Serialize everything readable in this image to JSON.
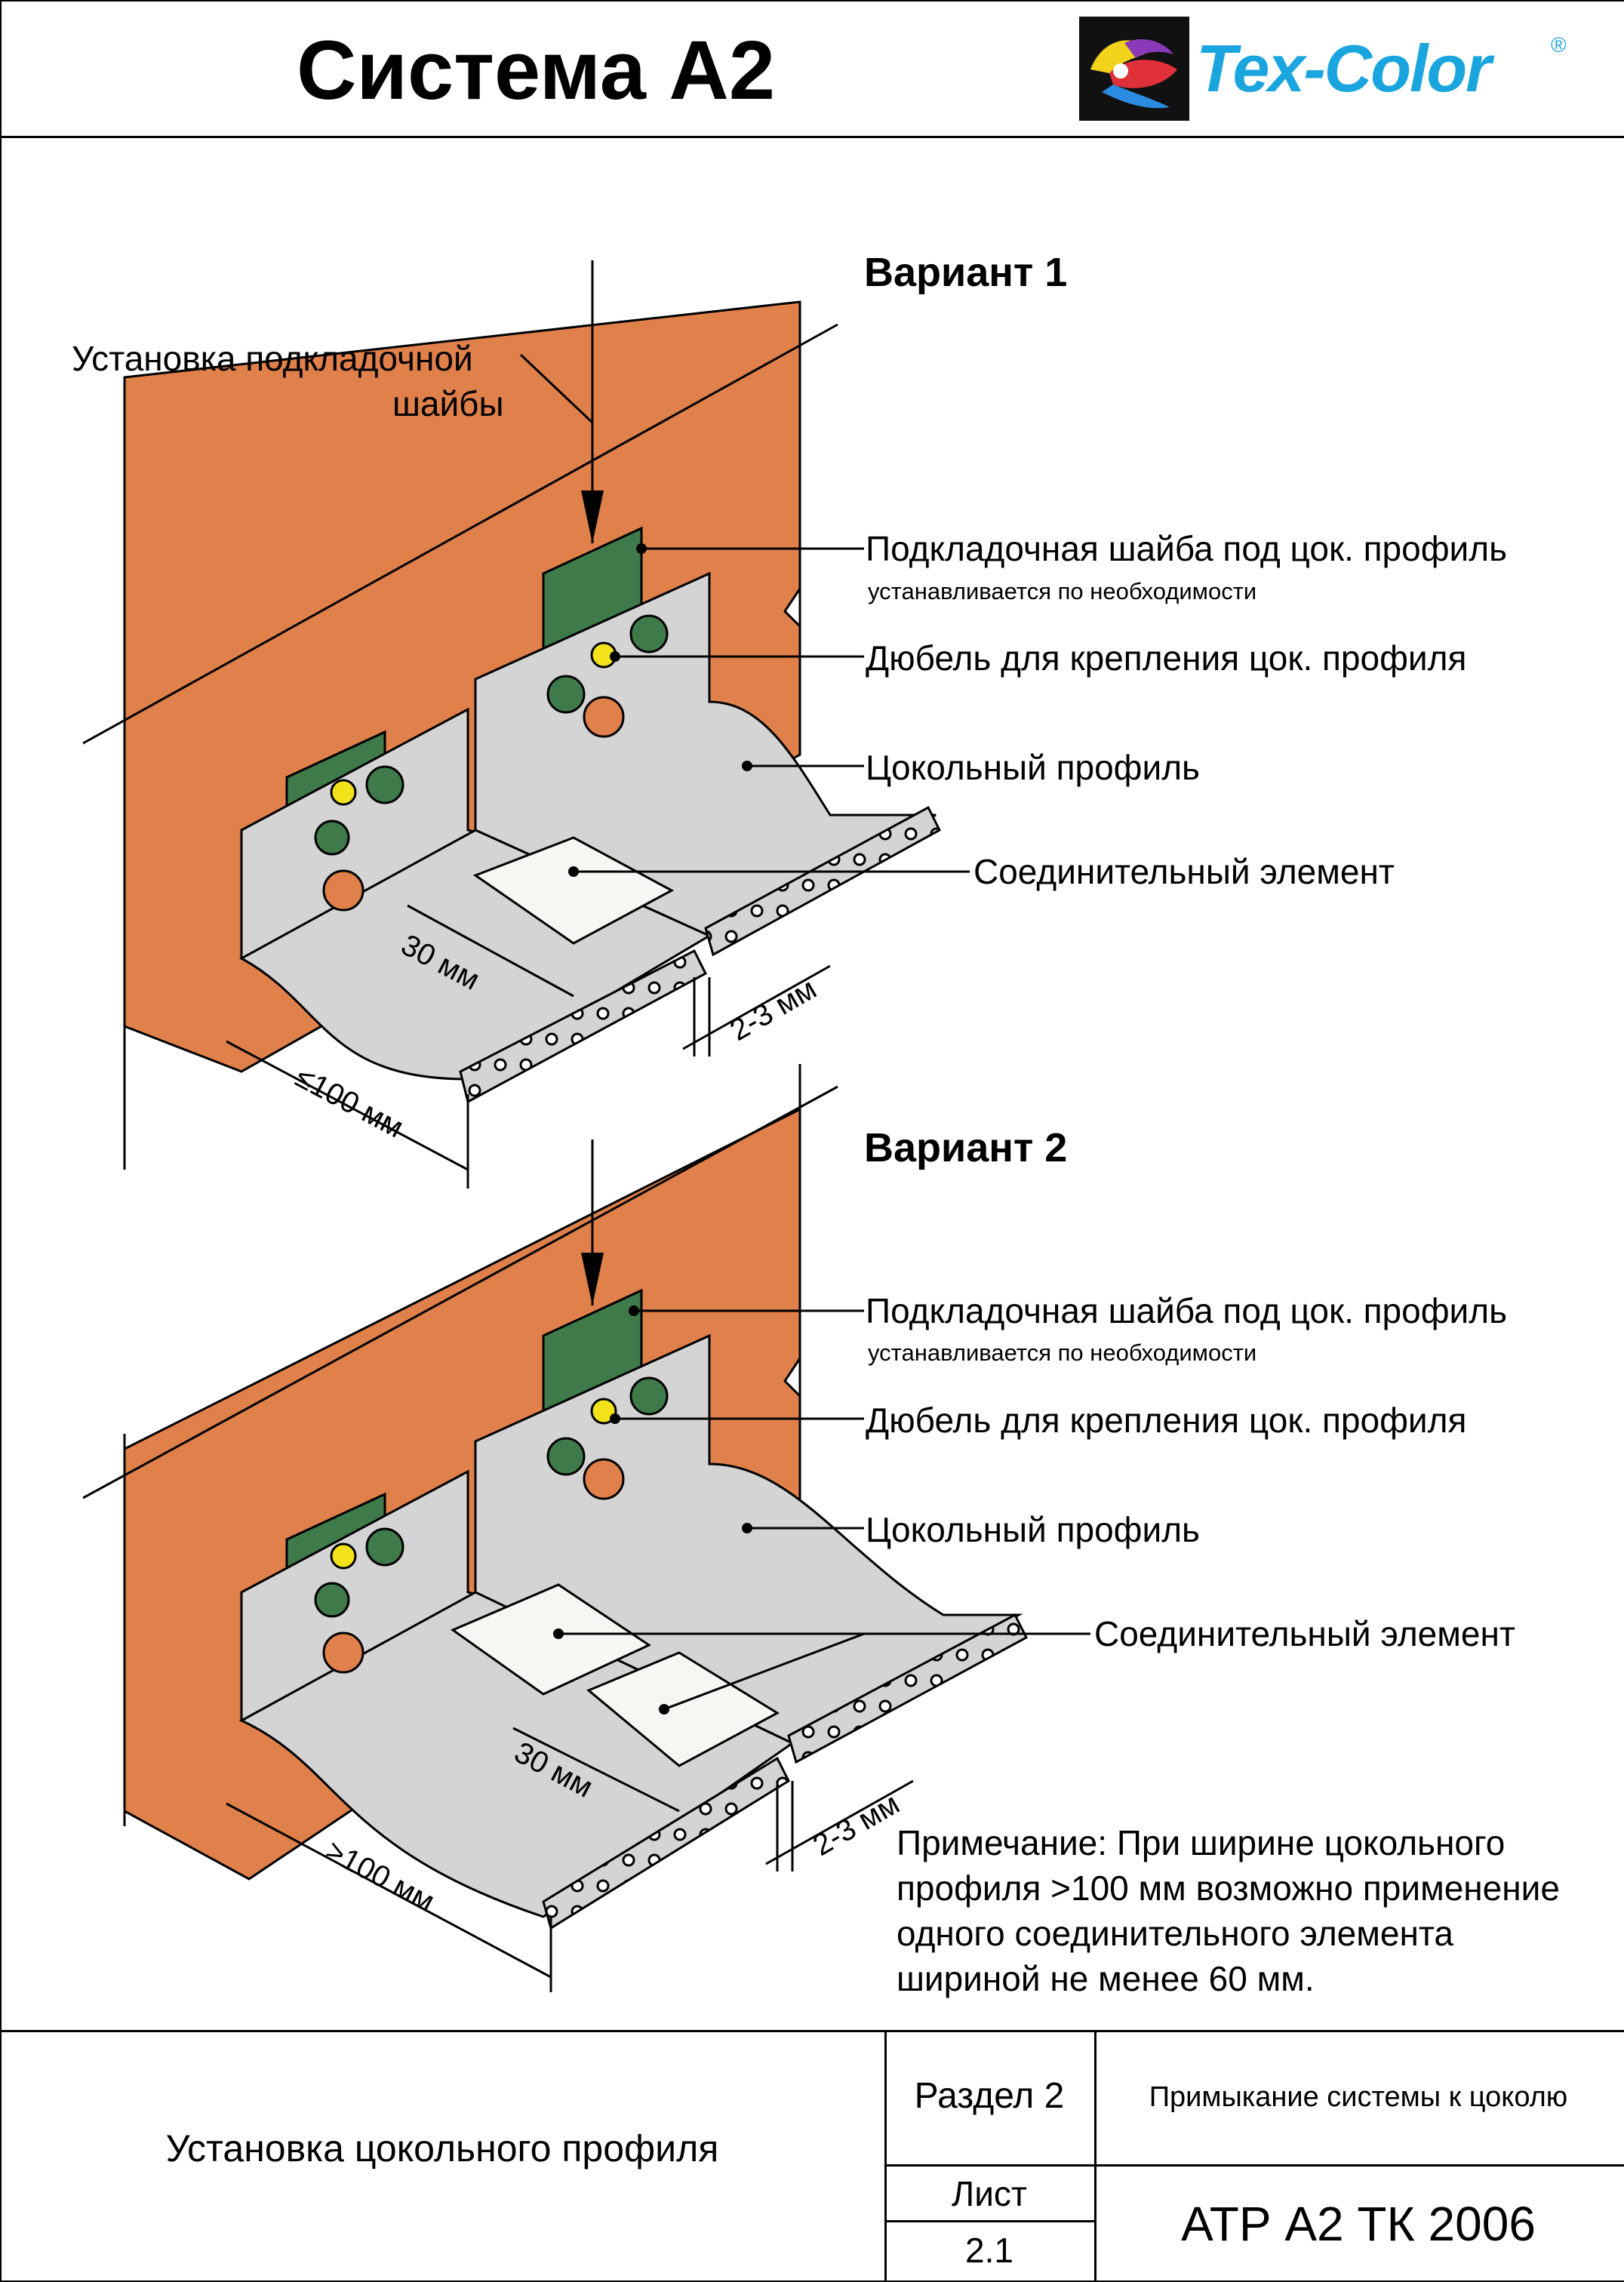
{
  "header": {
    "title": "Система А2",
    "brand": "Tex-Color",
    "registered": "®"
  },
  "variant1": {
    "heading": "Вариант 1",
    "callout_install": [
      "Установка подкладочной",
      "шайбы"
    ],
    "washer_label": "Подкладочная шайба под цок. профиль",
    "washer_note": "устанавливается по необходимости",
    "dowel_label": "Дюбель для крепления цок. профиля",
    "profile_label": "Цокольный профиль",
    "connector_label": "Соединительный элемент",
    "dim_30": "30 мм",
    "dim_gap": "2-3 мм",
    "dim_width": "≤100 мм"
  },
  "variant2": {
    "heading": "Вариант 2",
    "washer_label": "Подкладочная шайба под цок. профиль",
    "washer_note": "устанавливается по необходимости",
    "dowel_label": "Дюбель для крепления цок. профиля",
    "profile_label": "Цокольный профиль",
    "connector_label": "Соединительный элемент",
    "dim_30": "30 мм",
    "dim_gap": "2-3 мм",
    "dim_width": ">100 мм"
  },
  "note": "Примечание: При ширине цокольного профиля >100 мм возможно применение одного соединительного элемента шириной не менее 60 мм.",
  "footer": {
    "drawing_title": "Установка цокольного профиля",
    "section": "Раздел 2",
    "section_title": "Примыкание системы к цоколю",
    "sheet_label": "Лист",
    "sheet_number": "2.1",
    "doc_code": "АТР А2 ТК 2006"
  },
  "colors": {
    "wall": "#e0804a",
    "washer": "#3e7a4a",
    "profile": "#d4d4d4",
    "dowel": "#f2e21a",
    "brand": "#1aa5df"
  }
}
